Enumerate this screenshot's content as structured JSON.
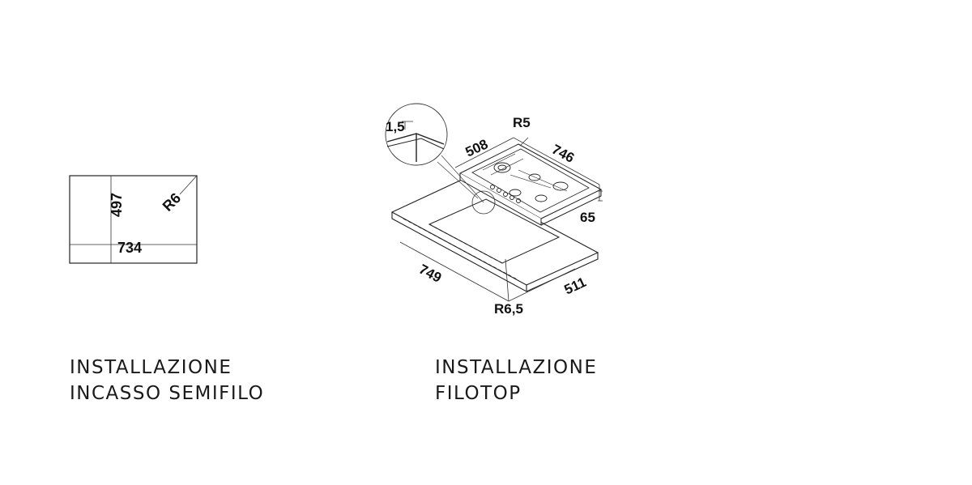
{
  "left_drawing": {
    "width_label": "734",
    "height_label": "497",
    "radius_label": "R6"
  },
  "right_drawing": {
    "detail_thickness_label": "1,5",
    "hob_radius_label": "R5",
    "hob_depth_label": "508",
    "hob_width_label": "746",
    "hob_height_label": "65",
    "cutout_width_label": "749",
    "cutout_depth_label": "511",
    "cutout_radius_label": "R6,5"
  },
  "captions": {
    "left_line1": "INSTALLAZIONE",
    "left_line2": "INCASSO SEMIFILO",
    "right_line1": "INSTALLAZIONE",
    "right_line2": "FILOTOP"
  }
}
